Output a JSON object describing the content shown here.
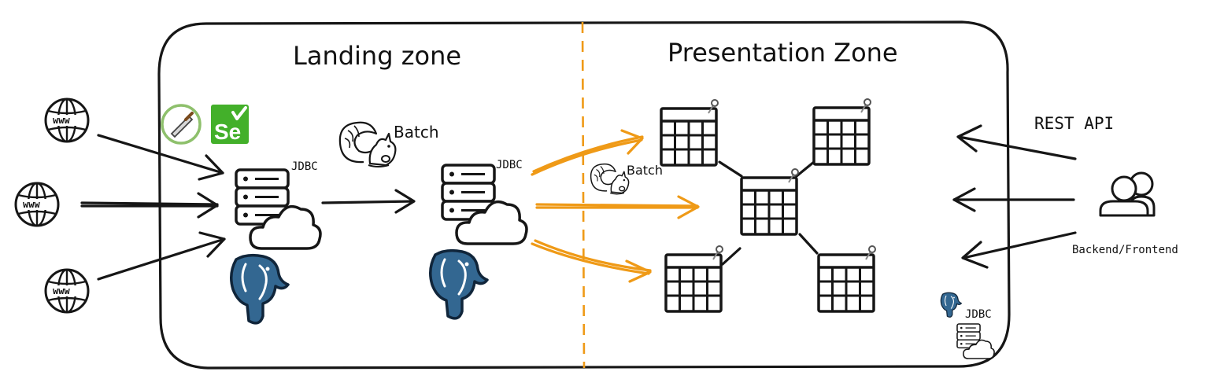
{
  "zones": {
    "landing": {
      "title": "Landing zone"
    },
    "presentation": {
      "title": "Presentation Zone"
    }
  },
  "labels": {
    "batch_landing": "Batch",
    "batch_presentation": "Batch",
    "jdbc_landing_db": "JDBC",
    "jdbc_presentation_db": "JDBC",
    "jdbc_small": "JDBC",
    "rest_api": "REST API",
    "backend_frontend": "Backend/Frontend"
  },
  "web_icons": [
    "www",
    "www",
    "www"
  ],
  "icons": {
    "scraper": "spatula-icon",
    "selenium_text": "Se",
    "selenium": "selenium-icon",
    "squirrel": "squirrel-icon",
    "database": "database-cloud-icon",
    "postgres": "postgresql-elephant-icon",
    "table": "table-icon",
    "users": "users-icon",
    "globe": "globe-www-icon"
  },
  "colors": {
    "ink": "#161616",
    "orange_flow": "#ef9a17",
    "selenium_green": "#43b02a",
    "postgres_blue": "#336791",
    "scraper_green": "#8ec06c"
  }
}
